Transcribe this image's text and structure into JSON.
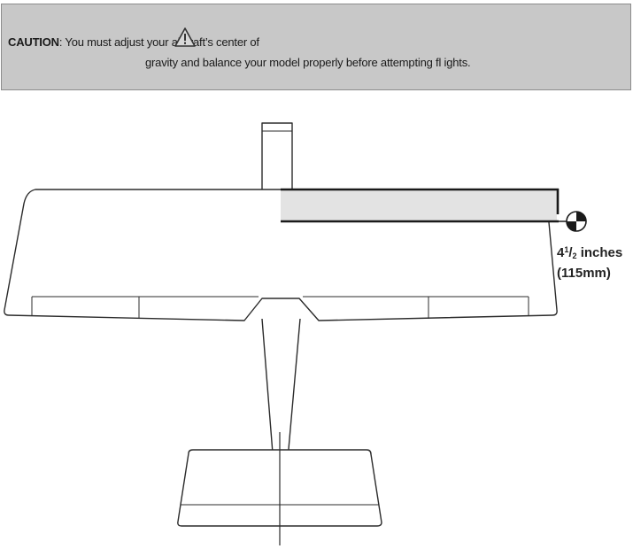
{
  "caution": {
    "label": "CAUTION",
    "text_line1": ": You must adjust your aircraft’s center of",
    "text_line2": "gravity and balance your model properly before attempting fl ights.",
    "icon": "warning-triangle-icon"
  },
  "cg_marker": {
    "value_whole": "4",
    "value_num": "1",
    "value_den": "2",
    "unit_text": " inches",
    "metric_text": "(115mm)",
    "icon": "center-of-gravity-icon"
  },
  "colors": {
    "caution_bg": "#c8c8c8",
    "cg_band": "#e3e3e3",
    "outline": "#2b2b2b"
  }
}
